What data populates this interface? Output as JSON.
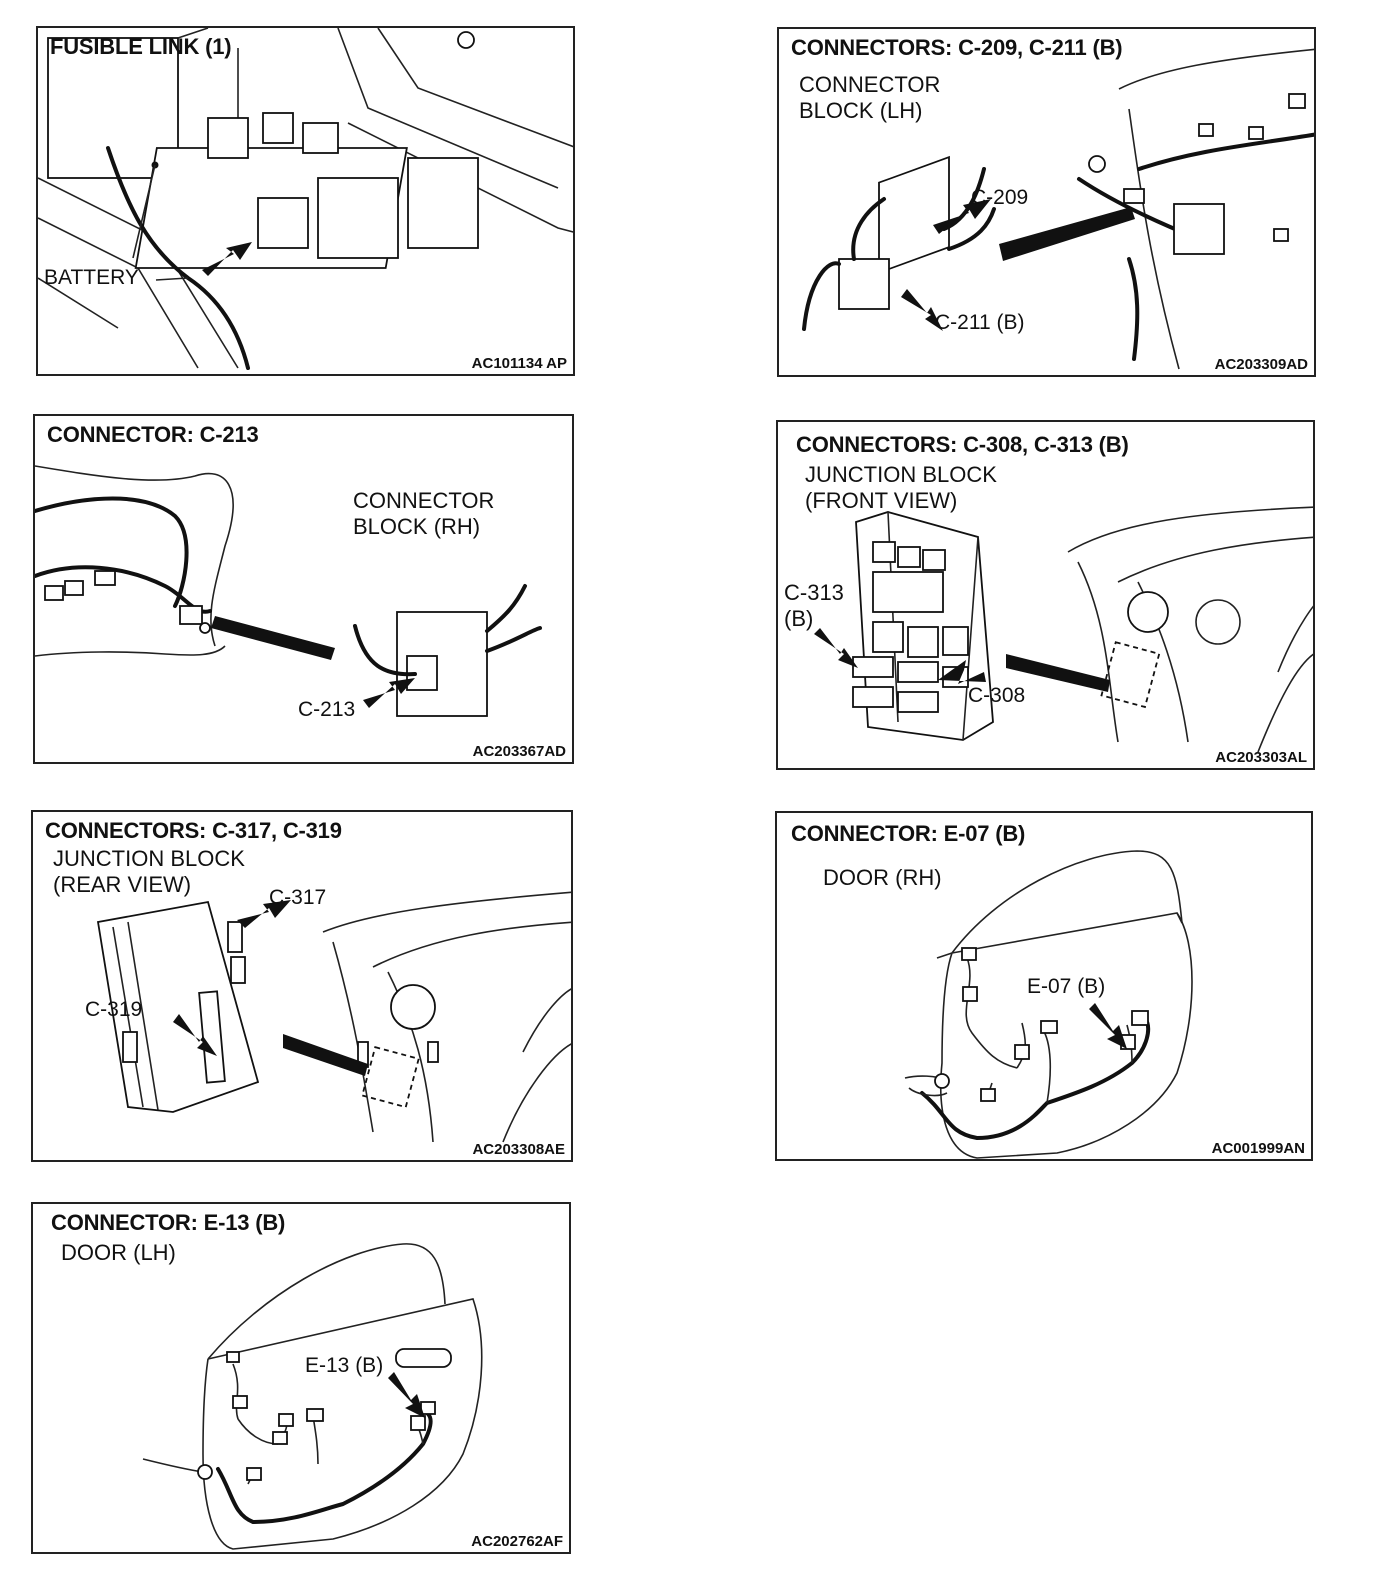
{
  "panels": {
    "fusible": {
      "title": "FUSIBLE LINK (1)",
      "battery": "BATTERY",
      "code": "AC101134 AP"
    },
    "c209": {
      "title": "CONNECTORS: C-209, C-211 (B)",
      "subtitle": "CONNECTOR\nBLOCK (LH)",
      "c209": "C-209",
      "c211": "C-211 (B)",
      "code": "AC203309AD"
    },
    "c213": {
      "title": "CONNECTOR: C-213",
      "subtitle": "CONNECTOR\nBLOCK (RH)",
      "c213": "C-213",
      "code": "AC203367AD"
    },
    "c308": {
      "title": "CONNECTORS: C-308, C-313 (B)",
      "subtitle": "JUNCTION BLOCK\n(FRONT VIEW)",
      "c313": "C-313\n(B)",
      "c308": "C-308",
      "code": "AC203303AL"
    },
    "c317": {
      "title": "CONNECTORS: C-317, C-319",
      "subtitle": "JUNCTION BLOCK\n(REAR VIEW)",
      "c317": "C-317",
      "c319": "C-319",
      "code": "AC203308AE"
    },
    "e07": {
      "title": "CONNECTOR: E-07 (B)",
      "subtitle": "DOOR (RH)",
      "e07": "E-07 (B)",
      "code": "AC001999AN"
    },
    "e13": {
      "title": "CONNECTOR: E-13 (B)",
      "subtitle": "DOOR (LH)",
      "e13": "E-13 (B)",
      "code": "AC202762AF"
    }
  }
}
